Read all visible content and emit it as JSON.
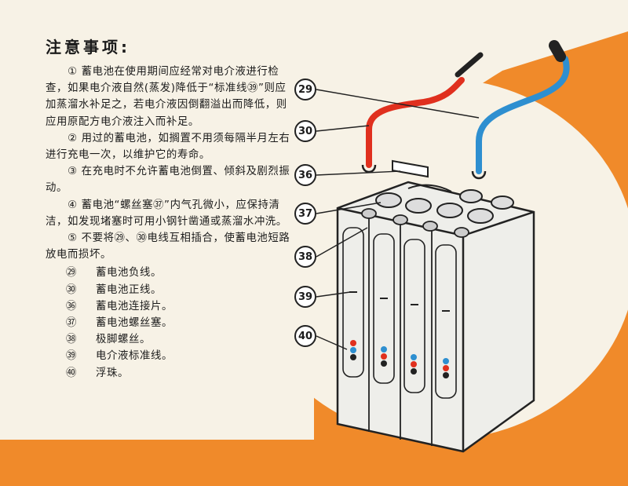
{
  "title": "注意事项:",
  "paragraphs": [
    "① 蓄电池在使用期间应经常对电介液进行检查，如果电介液自然(蒸发)降低于“标准线㊴”则应加蒸溜水补足之，若电介液因倒翻溢出而降低，则应用原配方电介液注入而补足。",
    "② 用过的蓄电池，如搁置不用须每隔半月左右进行充电一次，以维护它的寿命。",
    "③ 在充电时不允许蓄电池倒置、倾斜及剧烈振动。",
    "④ 蓄电池“螺丝塞㊲”内气孔微小，应保持清洁，如发现堵塞时可用小钢针凿通或蒸溜水冲洗。",
    "⑤ 不要将㉙、㉚电线互相插合，使蓄电池短路放电而损坏。"
  ],
  "legend": [
    {
      "num": "㉙",
      "text": "蓄电池负线。"
    },
    {
      "num": "㉚",
      "text": "蓄电池正线。"
    },
    {
      "num": "㊱",
      "text": "蓄电池连接片。"
    },
    {
      "num": "㊲",
      "text": "蓄电池螺丝塞。"
    },
    {
      "num": "㊳",
      "text": "极脚螺丝。"
    },
    {
      "num": "㊴",
      "text": "电介液标准线。"
    },
    {
      "num": "㊵",
      "text": "浮珠。"
    }
  ],
  "callouts": [
    "29",
    "30",
    "36",
    "37",
    "38",
    "39",
    "40"
  ],
  "colors": {
    "background": "#f08a2a",
    "panel": "#f7f2e6",
    "red_wire": "#e0301e",
    "blue_wire": "#2e8fd0"
  }
}
